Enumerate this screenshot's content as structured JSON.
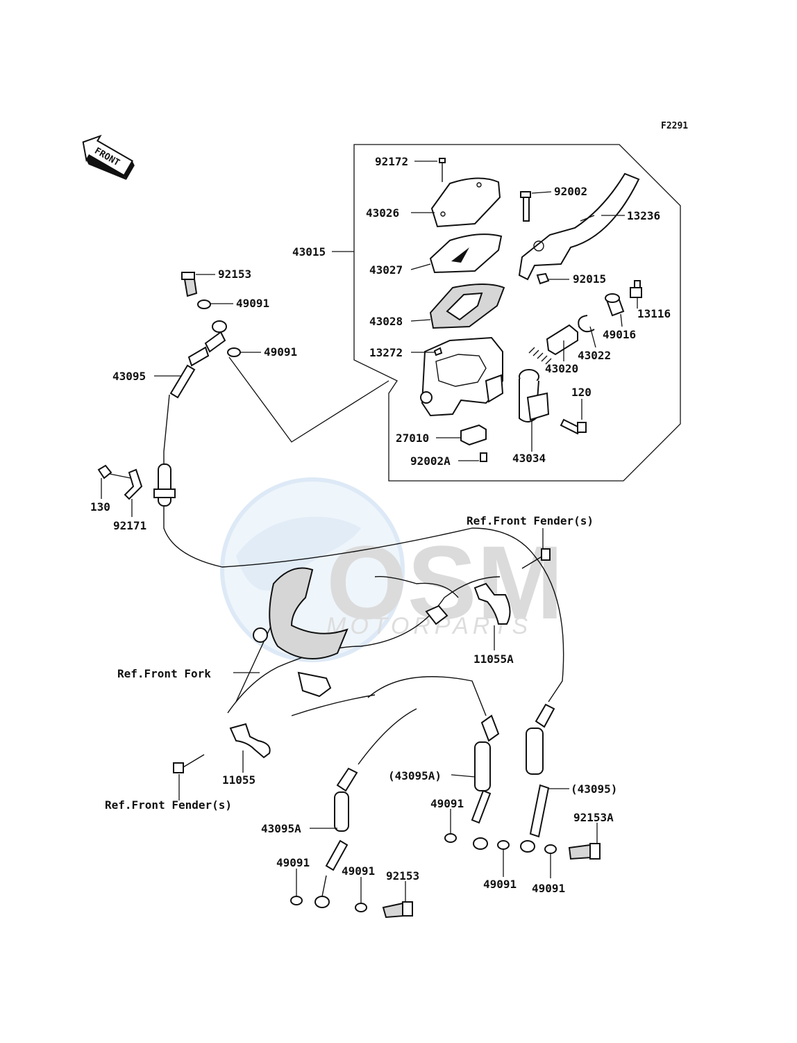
{
  "figure_code": "F2291",
  "front_arrow_text": "FRONT",
  "watermark": {
    "brand": "OSM",
    "sub": "MOTORPARTS"
  },
  "labels": {
    "p92172": "92172",
    "p43026": "43026",
    "p43015": "43015",
    "p43027": "43027",
    "p43028": "43028",
    "p13272": "13272",
    "p27010": "27010",
    "p92002A": "92002A",
    "p43034": "43034",
    "p120": "120",
    "p43020": "43020",
    "p43022": "43022",
    "p49016": "49016",
    "p13116": "13116",
    "p92015": "92015",
    "p13236": "13236",
    "p92002": "92002",
    "p92153_top": "92153",
    "p49091_a": "49091",
    "p49091_b": "49091",
    "p43095": "43095",
    "p130": "130",
    "p92171": "92171",
    "ref_front_fender_top": "Ref.Front Fender(s)",
    "p11055A": "11055A",
    "ref_front_fork": "Ref.Front Fork",
    "p11055": "11055",
    "ref_front_fender_bottom": "Ref.Front Fender(s)",
    "p43095A_paren": "(43095A)",
    "p43095_paren": "(43095)",
    "p49091_c": "49091",
    "p92153A": "92153A",
    "p43095A": "43095A",
    "p49091_d": "49091",
    "p49091_e": "49091",
    "p92153_bottom": "92153",
    "p49091_f": "49091",
    "p49091_g": "49091"
  }
}
